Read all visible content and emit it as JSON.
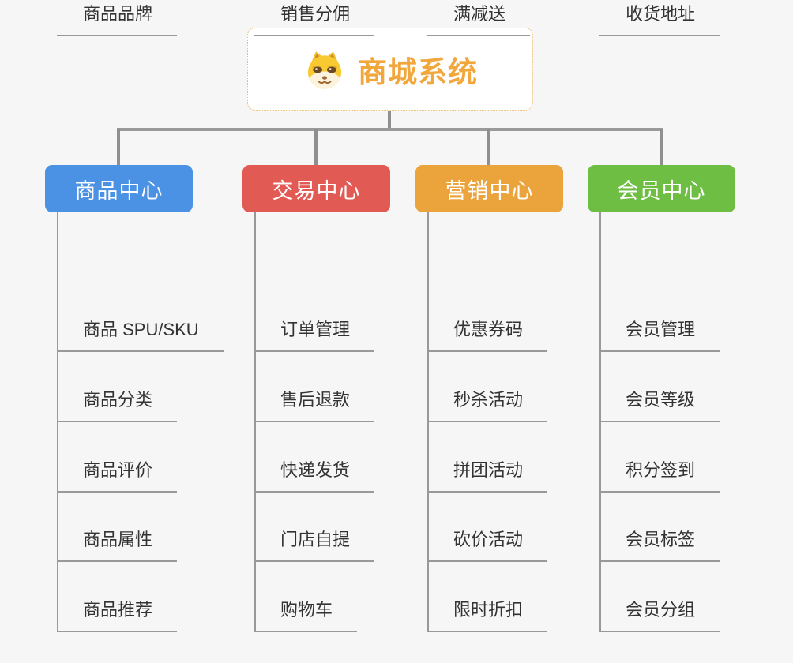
{
  "root": {
    "label": "商城系统",
    "icon": "dog-face-icon",
    "text_color": "#f2a73d",
    "border_color": "#e9b564",
    "background": "#ffffff"
  },
  "connector_color": "#8f8f8f",
  "sub_connector_color": "#999999",
  "background_color": "#f6f6f6",
  "branches": [
    {
      "label": "商品中心",
      "color": "#4b92e5",
      "items": [
        "商品 SPU/SKU",
        "商品分类",
        "商品评价",
        "商品属性",
        "商品推荐",
        "商品品牌"
      ]
    },
    {
      "label": "交易中心",
      "color": "#e25a54",
      "items": [
        "订单管理",
        "售后退款",
        "快递发货",
        "门店自提",
        "购物车",
        "销售分佣"
      ]
    },
    {
      "label": "营销中心",
      "color": "#eba33c",
      "items": [
        "优惠券码",
        "秒杀活动",
        "拼团活动",
        "砍价活动",
        "限时折扣",
        "满减送"
      ]
    },
    {
      "label": "会员中心",
      "color": "#6fbe44",
      "items": [
        "会员管理",
        "会员等级",
        "积分签到",
        "会员标签",
        "会员分组",
        "收货地址"
      ]
    }
  ]
}
